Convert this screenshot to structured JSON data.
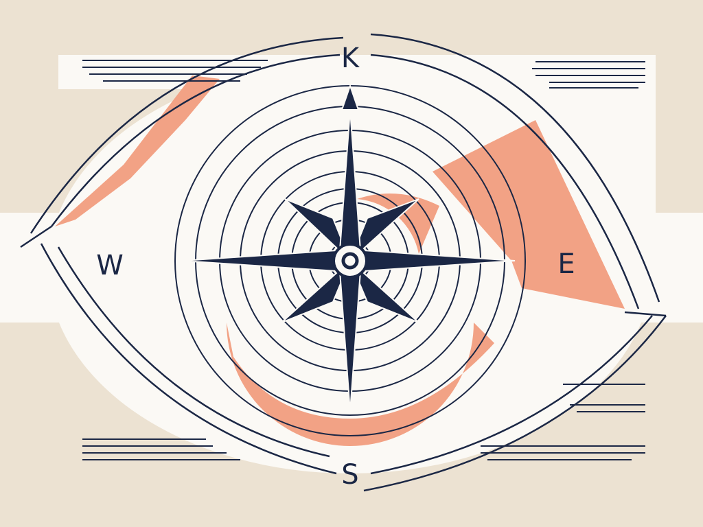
{
  "illustration": {
    "labels": {
      "north": "K",
      "west": "W",
      "east": "E",
      "south": "S"
    },
    "colors": {
      "background": "#ece2d2",
      "panel": "#fbf9f5",
      "accent": "#f2a285",
      "ink": "#1b2745"
    },
    "icon": "compass-rose-icon"
  }
}
